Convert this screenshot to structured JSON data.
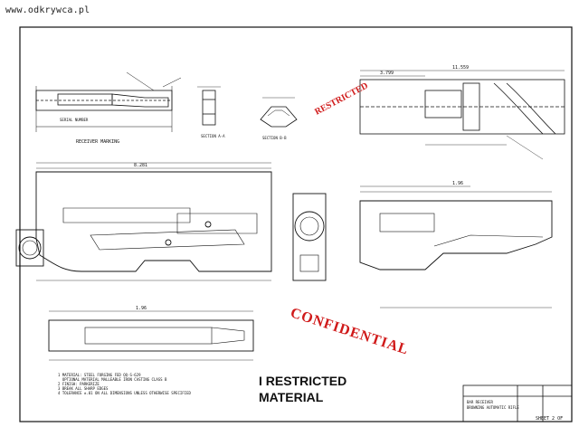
{
  "watermark": "www.odkrywca.pl",
  "stamps": {
    "confidential": "CONFIDENTIAL",
    "restricted_line1": "I RESTRICTED",
    "restricted_line2": "MATERIAL",
    "upper_right": "RESTRICTED"
  },
  "sheet_label": "SHEET 2 OF",
  "views": {
    "receiver_marking": "RECEIVER MARKING",
    "section_a": "SECTION A-A",
    "section_b": "SECTION B-B",
    "serial_number": "SERIAL NUMBER"
  },
  "notes": [
    "1 MATERIAL: STEEL FORGING FED QQ-S-629",
    "  OPTIONAL MATERIAL MALLEABLE IRON CASTING CLASS B",
    "2 FINISH: PARKERIZE",
    "3 BREAK ALL SHARP EDGES",
    "4 TOLERANCE ±.01 ON ALL DIMENSIONS UNLESS OTHERWISE SPECIFIED"
  ],
  "title_block": {
    "title": "BAR RECEIVER",
    "subtitle": "BROWNING AUTOMATIC RIFLE"
  },
  "dimensions": {
    "top_overall": "11.559",
    "top_basic": "3.799",
    "mid_overall": "8.281",
    "bottom_left": "1.96",
    "mid_right": "1.96"
  }
}
